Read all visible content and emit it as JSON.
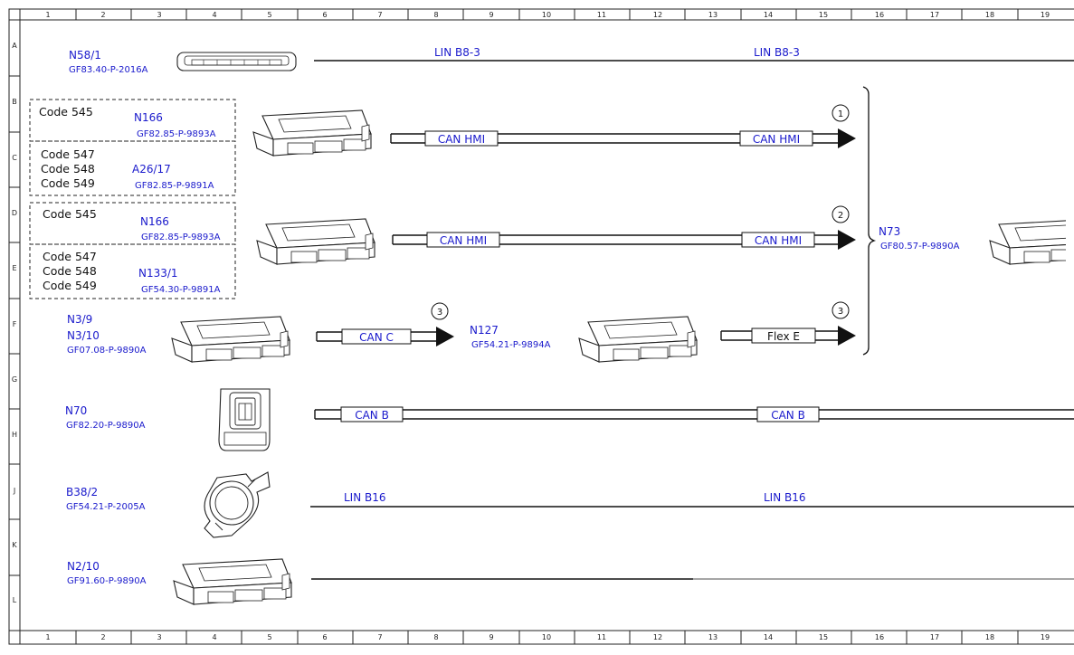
{
  "grid": {
    "columns": [
      "1",
      "2",
      "3",
      "4",
      "5",
      "6",
      "7",
      "8",
      "9",
      "10",
      "11",
      "12",
      "13",
      "14",
      "15",
      "16",
      "17",
      "18",
      "19"
    ],
    "rows": [
      "A",
      "B",
      "C",
      "D",
      "E",
      "F",
      "G",
      "H",
      "J",
      "K",
      "L"
    ]
  },
  "components": {
    "n58_1": {
      "name": "N58/1",
      "ref": "GF83.40-P-2016A"
    },
    "n166_b": {
      "name": "N166",
      "ref": "GF82.85-P-9893A"
    },
    "a26_17": {
      "name": "A26/17",
      "ref": "GF82.85-P-9891A"
    },
    "n166_d": {
      "name": "N166",
      "ref": "GF82.85-P-9893A"
    },
    "n133_1": {
      "name": "N133/1",
      "ref": "GF54.30-P-9891A"
    },
    "n3": {
      "name1": "N3/9",
      "name2": "N3/10",
      "ref": "GF07.08-P-9890A"
    },
    "n127": {
      "name": "N127",
      "ref": "GF54.21-P-9894A"
    },
    "n73": {
      "name": "N73",
      "ref": "GF80.57-P-9890A"
    },
    "n70": {
      "name": "N70",
      "ref": "GF82.20-P-9890A"
    },
    "b38_2": {
      "name": "B38/2",
      "ref": "GF54.21-P-2005A"
    },
    "n2_10": {
      "name": "N2/10",
      "ref": "GF91.60-P-9890A"
    }
  },
  "codes": {
    "box1": [
      "Code 545"
    ],
    "box2": [
      "Code 547",
      "Code 548",
      "Code 549"
    ],
    "box3": [
      "Code 545"
    ],
    "box4": [
      "Code 547",
      "Code 548",
      "Code 549"
    ]
  },
  "buses": {
    "lin_b8_3": "LIN B8-3",
    "can_hmi": "CAN HMI",
    "can_c": "CAN C",
    "flex_e": "Flex E",
    "can_b": "CAN B",
    "lin_b16": "LIN B16"
  },
  "markers": {
    "m1": "1",
    "m2": "2",
    "m3": "3"
  }
}
